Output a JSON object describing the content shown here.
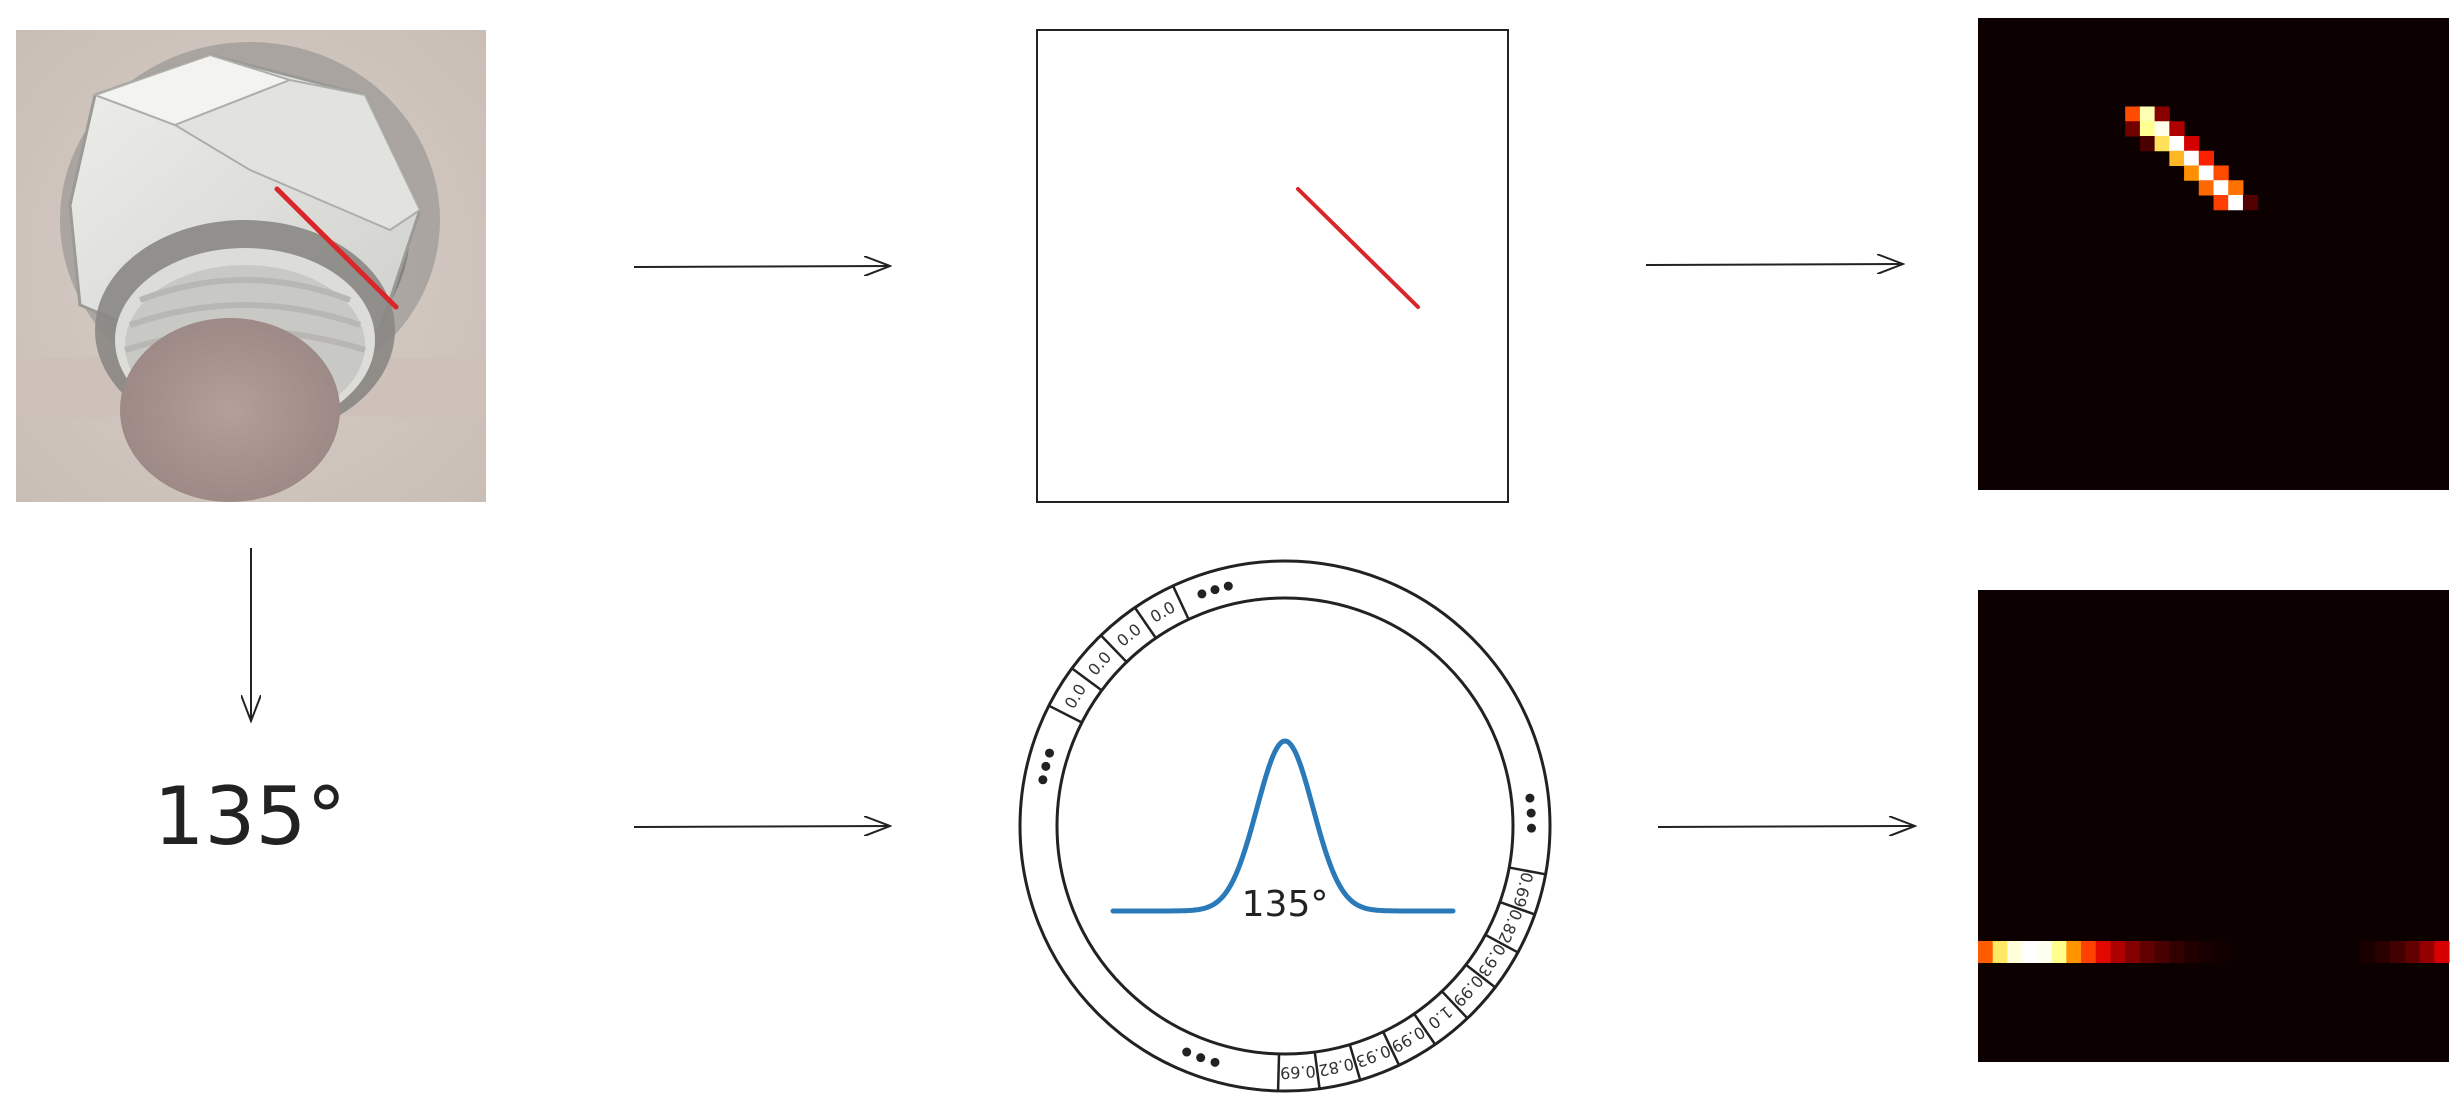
{
  "diagram": {
    "angle_text": "135°",
    "ring_center_text": "135°",
    "ring_labels_upper": [
      "0.0",
      "0.0",
      "0.0",
      "0.0"
    ],
    "ring_labels_lower": [
      "0.69",
      "0.82",
      "0.93",
      "0.99",
      "1.0",
      "0.99",
      "0.93",
      "0.82",
      "0.69"
    ],
    "colors": {
      "line_red": "#d9262b",
      "curve_blue": "#2a7ab9",
      "heatmap_bg": "#0d0000",
      "stroke": "#222222"
    },
    "icons": [
      "bolt-photo",
      "arrow-right",
      "arrow-down",
      "heatmap"
    ]
  }
}
